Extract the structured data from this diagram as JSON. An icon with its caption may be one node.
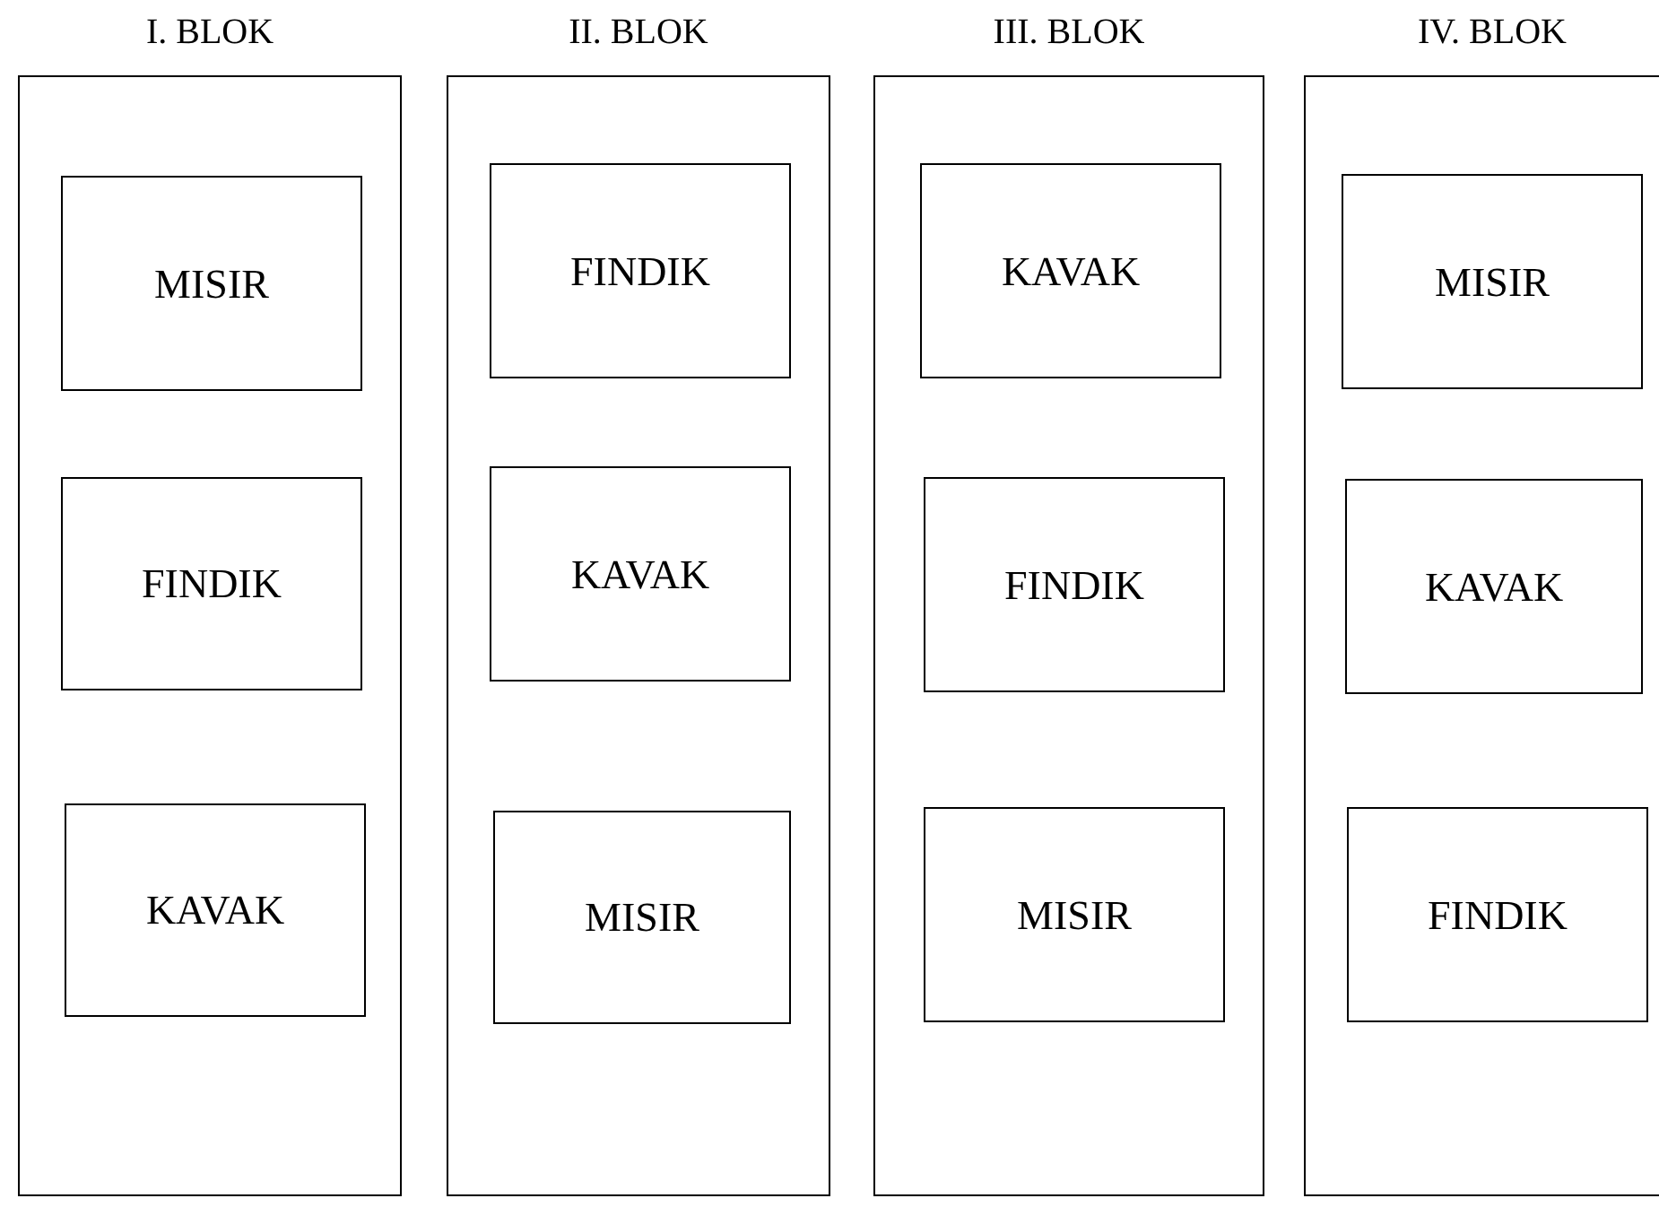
{
  "diagram": {
    "nodes": [
      {
        "text": [
          "I. BLOK"
        ]
      },
      {
        "text": [
          "MISIR"
        ],
        "in": 0
      },
      {
        "text": [
          "FINDIK"
        ],
        "in": 0
      },
      {
        "text": [
          "KAVAK"
        ],
        "in": 0
      },
      {
        "text": [
          "II. BLOK"
        ]
      },
      {
        "text": [
          "FINDIK"
        ],
        "in": 4
      },
      {
        "text": [
          "KAVAK"
        ],
        "in": 4
      },
      {
        "text": [
          "MISIR"
        ],
        "in": 4
      },
      {
        "text": [
          "III. BLOK"
        ]
      },
      {
        "text": [
          "KAVAK"
        ],
        "in": 8
      },
      {
        "text": [
          "FINDIK"
        ],
        "in": 8
      },
      {
        "text": [
          "MISIR"
        ],
        "in": 8
      },
      {
        "text": [
          "IV. BLOK"
        ]
      },
      {
        "text": [
          "MISIR"
        ],
        "in": 12
      },
      {
        "text": [
          "KAVAK"
        ],
        "in": 12
      },
      {
        "text": [
          "FINDIK"
        ],
        "in": 12
      }
    ]
  }
}
